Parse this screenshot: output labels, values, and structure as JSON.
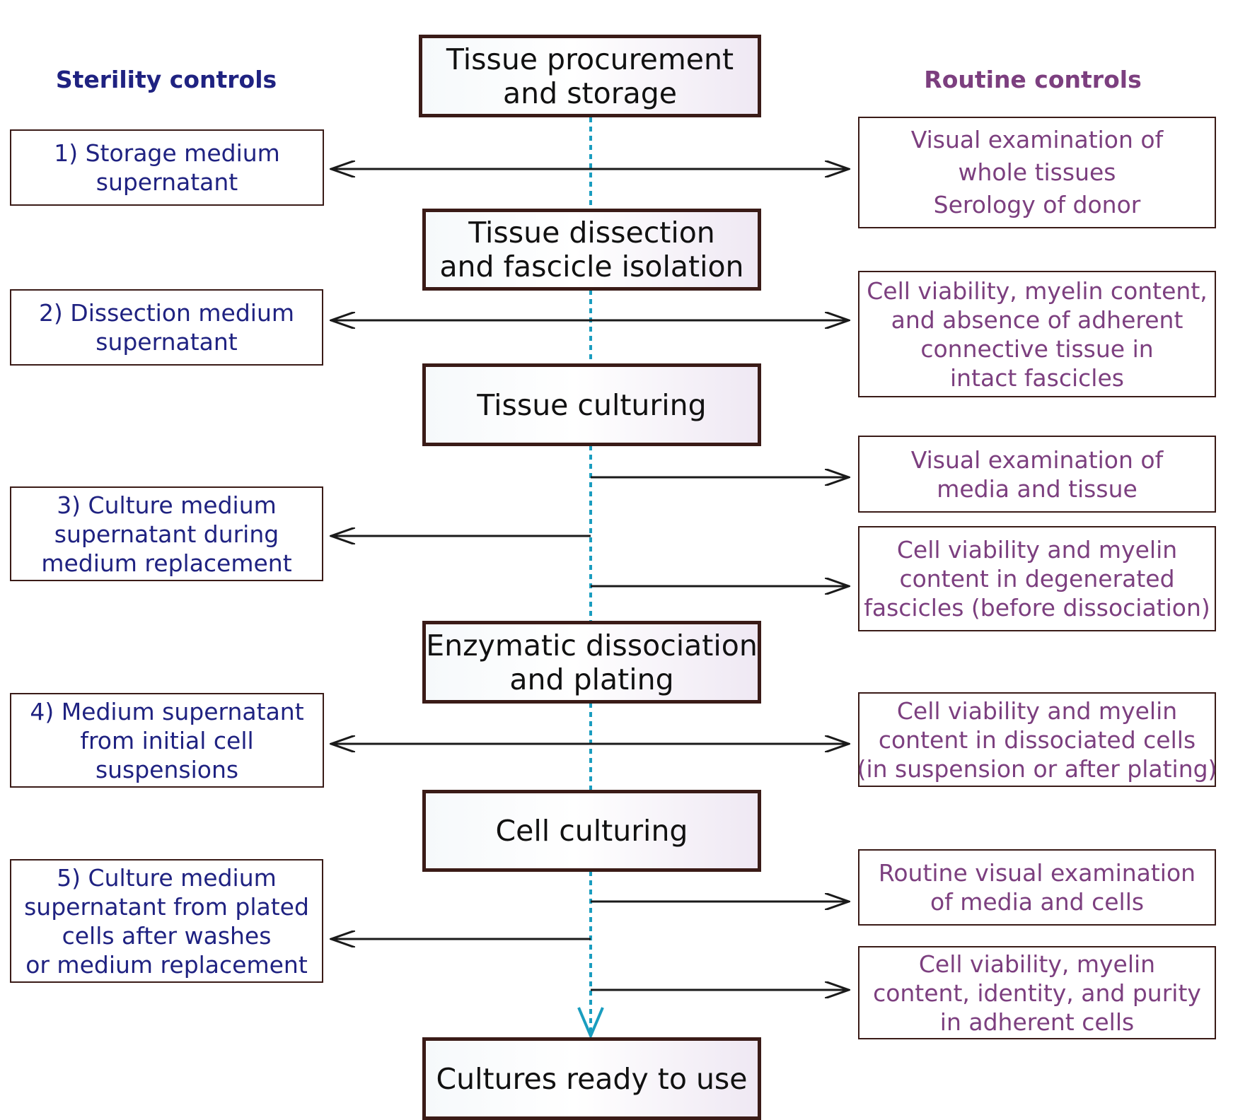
{
  "headers": {
    "sterility": "Sterility controls",
    "routine": "Routine controls"
  },
  "steps": [
    [
      "Tissue procurement",
      "and storage"
    ],
    [
      "Tissue dissection",
      "and fascicle isolation"
    ],
    [
      "Tissue culturing"
    ],
    [
      "Enzymatic dissociation",
      "and plating"
    ],
    [
      "Cell culturing"
    ],
    [
      "Cultures ready to use"
    ]
  ],
  "sterility_controls": [
    [
      "1) Storage medium",
      "supernatant"
    ],
    [
      "2) Dissection medium",
      "supernatant"
    ],
    [
      "3) Culture medium",
      "supernatant during",
      "medium replacement"
    ],
    [
      "4) Medium supernatant",
      "from initial cell",
      "suspensions"
    ],
    [
      "5) Culture medium",
      "supernatant from plated",
      "cells after washes",
      "or medium replacement"
    ]
  ],
  "routine_controls": [
    [
      "Visual examination of",
      "whole tissues",
      "Serology of donor"
    ],
    [
      "Cell viability, myelin content,",
      "and absence of adherent",
      "connective tissue in",
      "intact fascicles"
    ],
    [
      "Visual examination of",
      "media and tissue"
    ],
    [
      "Cell viability and myelin",
      "content in degenerated",
      "fascicles (before dissociation)"
    ],
    [
      "Cell viability and myelin",
      "content in dissociated cells",
      "(in suspension or after plating)"
    ],
    [
      "Routine visual examination",
      "of media and cells"
    ],
    [
      "Cell viability, myelin",
      "content, identity, and purity",
      "in adherent cells"
    ]
  ],
  "colors": {
    "sterility_text": "#1f2281",
    "routine_text": "#7c3f7f",
    "box_border": "#3a1b17",
    "flow_line": "#1a9dbf",
    "arrow": "#1a1a1a"
  }
}
